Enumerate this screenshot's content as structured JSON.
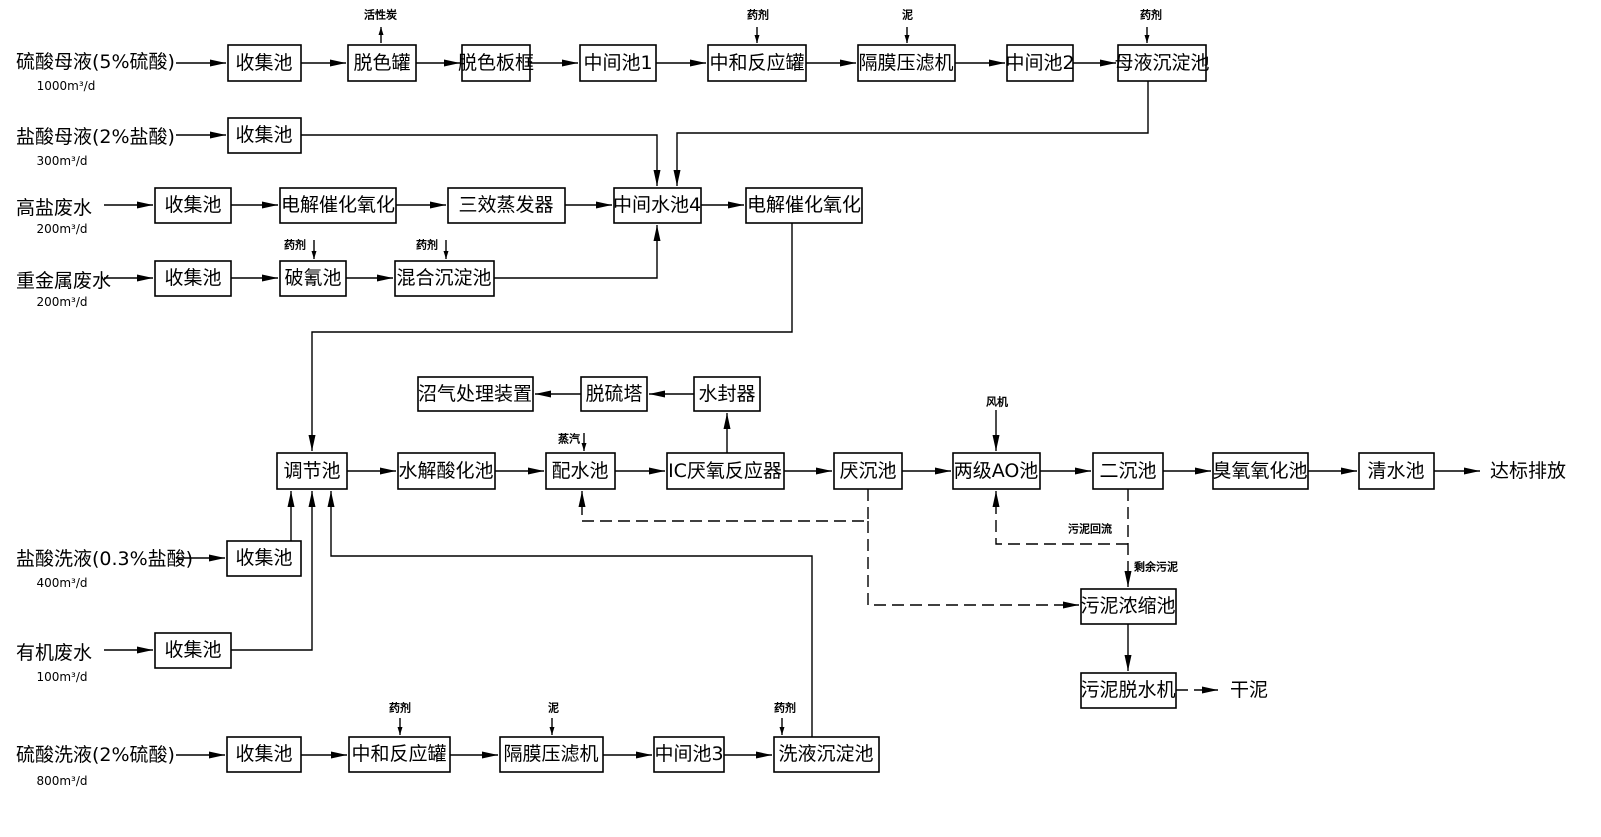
{
  "sources": {
    "s1": {
      "name": "硫酸母液(5%硫酸)",
      "flow": "1000m³/d"
    },
    "s2": {
      "name": "盐酸母液(2%盐酸)",
      "flow": "300m³/d"
    },
    "s3": {
      "name": "高盐废水",
      "flow": "200m³/d"
    },
    "s4": {
      "name": "重金属废水",
      "flow": "200m³/d"
    },
    "s5": {
      "name": "盐酸洗液(0.3%盐酸)",
      "flow": "400m³/d"
    },
    "s6": {
      "name": "有机废水",
      "flow": "100m³/d"
    },
    "s7": {
      "name": "硫酸洗液(2%硫酸)",
      "flow": "800m³/d"
    }
  },
  "units": {
    "r1_collect": "收集池",
    "r1_decolor_tank": "脱色罐",
    "r1_decolor_press": "脱色板框",
    "r1_mid1": "中间池1",
    "r1_neutral": "中和反应罐",
    "r1_membrane": "隔膜压滤机",
    "r1_mid2": "中间池2",
    "r1_settle": "母液沉淀池",
    "r2_collect": "收集池",
    "r3_collect": "收集池",
    "r3_electro": "电解催化氧化",
    "r3_evap": "三效蒸发器",
    "r3_mid4": "中间水池4",
    "r3_electro2": "电解催化氧化",
    "r4_collect": "收集池",
    "r4_cyanide": "破氰池",
    "r4_mixsettle": "混合沉淀池",
    "biogas_treat": "沼气处理装置",
    "desulfur": "脱硫塔",
    "water_seal": "水封器",
    "adjust": "调节池",
    "hydrolysis": "水解酸化池",
    "dist": "配水池",
    "ic": "IC厌氧反应器",
    "ana_settle": "厌沉池",
    "ao": "两级AO池",
    "sec_settle": "二沉池",
    "ozone": "臭氧氧化池",
    "clear": "清水池",
    "r5_collect": "收集池",
    "r6_collect": "收集池",
    "r7_collect": "收集池",
    "r7_neutral": "中和反应罐",
    "r7_membrane": "隔膜压滤机",
    "r7_mid3": "中间池3",
    "r7_settle": "洗液沉淀池",
    "sludge_thick": "污泥浓缩池",
    "sludge_dewater": "污泥脱水机"
  },
  "outputs": {
    "discharge": "达标排放",
    "dry_sludge": "干泥"
  },
  "notes": {
    "carbon": "活性炭",
    "agent_r1": "药剂",
    "mud_r1": "泥",
    "agent_r1b": "药剂",
    "agent_r4a": "药剂",
    "agent_r4b": "药剂",
    "steam": "蒸汽",
    "fan": "风机",
    "return_sludge": "污泥回流",
    "excess_sludge": "剩余污泥",
    "agent_r7a": "药剂",
    "mud_r7": "泥",
    "agent_r7b": "药剂"
  }
}
